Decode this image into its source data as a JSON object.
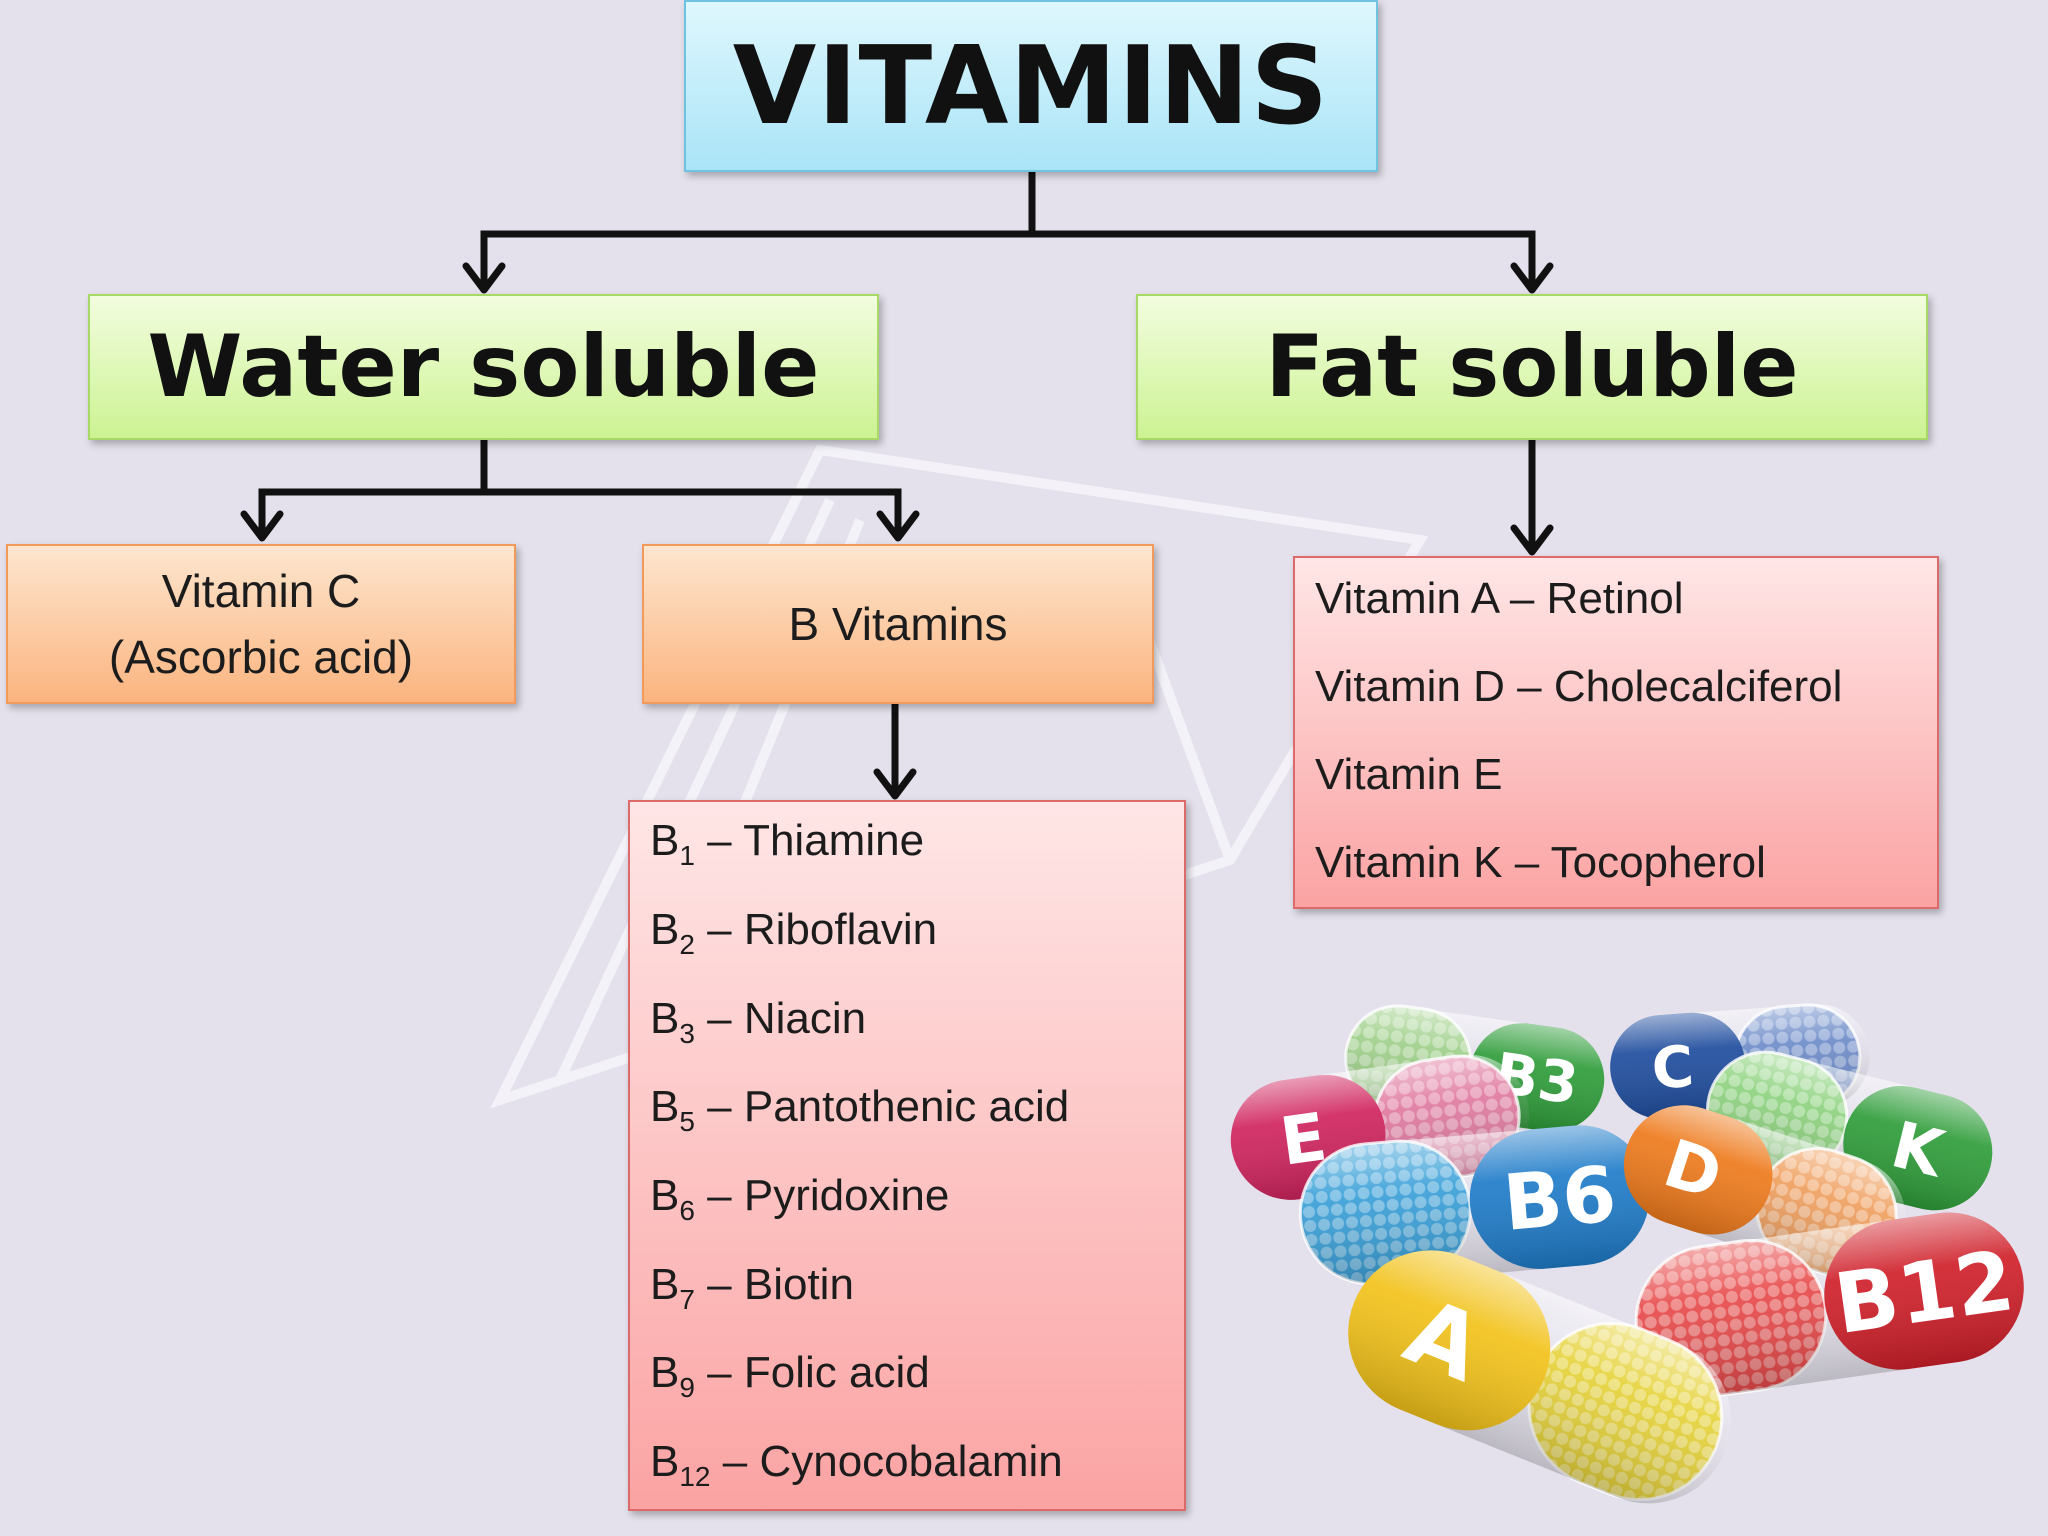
{
  "root": {
    "label": "VITAMINS"
  },
  "water": {
    "label": "Water soluble",
    "vitamin_c": {
      "line1": "Vitamin C",
      "line2": "(Ascorbic acid)"
    },
    "b_vitamins": {
      "label": "B Vitamins",
      "items": [
        {
          "base": "B",
          "sub": "1",
          "name": "– Thiamine"
        },
        {
          "base": "B",
          "sub": "2",
          "name": "– Riboflavin"
        },
        {
          "base": "B",
          "sub": "3",
          "name": "– Niacin"
        },
        {
          "base": "B",
          "sub": "5",
          "name": "– Pantothenic acid"
        },
        {
          "base": "B",
          "sub": "6",
          "name": "– Pyridoxine"
        },
        {
          "base": "B",
          "sub": "7",
          "name": "– Biotin"
        },
        {
          "base": "B",
          "sub": "9",
          "name": "– Folic acid"
        },
        {
          "base": "B",
          "sub": "12",
          "name": "– Cynocobalamin"
        }
      ]
    }
  },
  "fat": {
    "label": "Fat soluble",
    "items": [
      "Vitamin A – Retinol",
      "Vitamin D – Cholecalciferol",
      "Vitamin E",
      "Vitamin K – Tocopherol"
    ]
  },
  "pills": [
    {
      "letter": "B3",
      "color": "#2f9d3a"
    },
    {
      "letter": "C",
      "color": "#1f4d9e"
    },
    {
      "letter": "E",
      "color": "#d0245e"
    },
    {
      "letter": "K",
      "color": "#2f9d3a"
    },
    {
      "letter": "B6",
      "color": "#1f7cc9"
    },
    {
      "letter": "D",
      "color": "#ee7a1c"
    },
    {
      "letter": "B12",
      "color": "#d0202a"
    },
    {
      "letter": "A",
      "color": "#f2c21a"
    }
  ]
}
